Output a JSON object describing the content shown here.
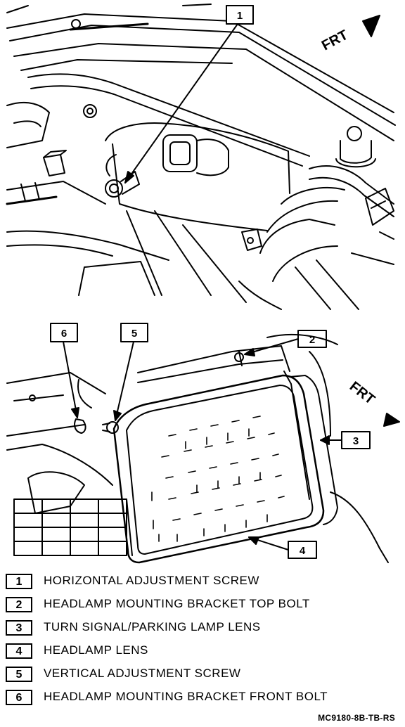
{
  "figure": {
    "frt_upper": "FRT",
    "frt_lower": "FRT",
    "callouts": {
      "c1": "1",
      "c2": "2",
      "c3": "3",
      "c4": "4",
      "c5": "5",
      "c6": "6"
    }
  },
  "legend": [
    {
      "number": "1",
      "label": "HORIZONTAL ADJUSTMENT SCREW"
    },
    {
      "number": "2",
      "label": "HEADLAMP MOUNTING BRACKET TOP BOLT"
    },
    {
      "number": "3",
      "label": "TURN SIGNAL/PARKING LAMP LENS"
    },
    {
      "number": "4",
      "label": "HEADLAMP LENS"
    },
    {
      "number": "5",
      "label": "VERTICAL ADJUSTMENT SCREW"
    },
    {
      "number": "6",
      "label": "HEADLAMP MOUNTING BRACKET FRONT BOLT"
    }
  ],
  "ref_code": "MC9180-8B-TB-RS"
}
